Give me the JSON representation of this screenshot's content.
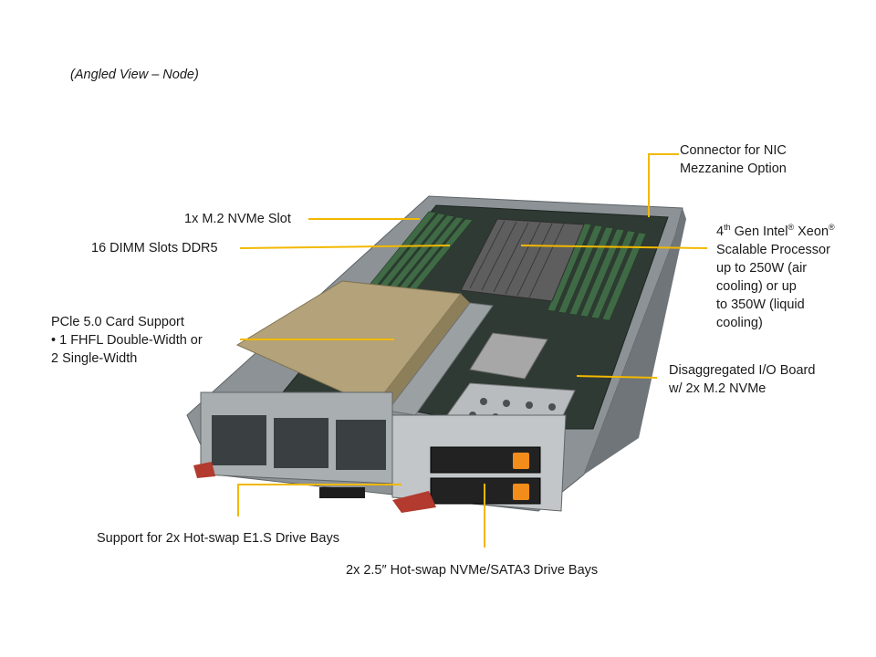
{
  "view_title": "(Angled View – Node)",
  "colors": {
    "callout_line": "#f2b800",
    "heatsink": "#6a6a6a",
    "board": "#2f3a34",
    "shroud": "#b3a27a",
    "chassis": "#9aa0a4",
    "drive_latch": "#f28c1a",
    "pull_tab": "#b23a2e"
  },
  "callouts": {
    "nic": {
      "line1": "Connector for NIC",
      "line2": "Mezzanine  Option"
    },
    "m2_slot": {
      "text": "1x M.2 NVMe Slot"
    },
    "dimm": {
      "text": "16 DIMM Slots DDR5"
    },
    "cpu": {
      "gen_num": "4",
      "gen_sup": "th",
      "gen_rest": " Gen Intel",
      "reg": "®",
      "brand": " Xeon",
      "line2": "Scalable Processor",
      "line3": "up to 250W (air",
      "line4": "cooling) or up",
      "line5": "to 350W (liquid",
      "line6": "cooling)"
    },
    "pcie": {
      "line1": "PCle 5.0 Card Support",
      "line2": "•  1 FHFL Double-Width or",
      "line3": "2 Single-Width"
    },
    "io_board": {
      "line1": "Disaggregated I/O Board",
      "line2": "w/ 2x M.2 NVMe"
    },
    "e1s": {
      "text": "Support for 2x Hot-swap E1.S Drive Bays"
    },
    "drive_bays": {
      "text": "2x 2.5″ Hot-swap NVMe/SATA3 Drive Bays"
    }
  }
}
